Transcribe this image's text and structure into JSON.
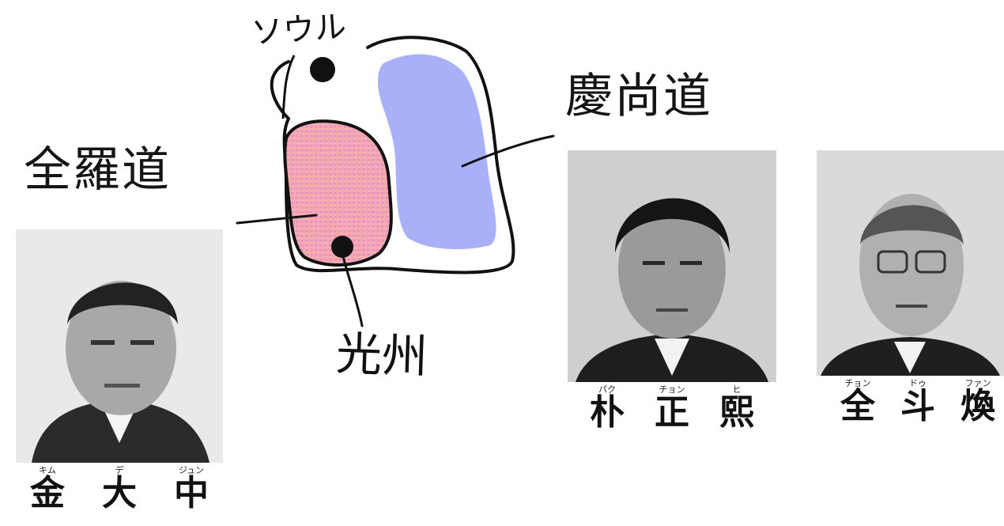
{
  "map": {
    "seoul_label": "ソウル",
    "gyeongsang_label": "慶尚道",
    "jeolla_label": "全羅道",
    "gwangju_label": "光州",
    "colors": {
      "jeolla_fill": "#f2a3b8",
      "gyeongsang_fill": "#aab0f7",
      "outline": "#111111"
    }
  },
  "people": [
    {
      "id": "kim-dae-jung",
      "name_chars": [
        "金",
        "大",
        "中"
      ],
      "ruby": [
        "キム",
        "デ",
        "ジュン"
      ]
    },
    {
      "id": "park-chung-hee",
      "name_chars": [
        "朴",
        "正",
        "熙"
      ],
      "ruby": [
        "パク",
        "チョン",
        "ヒ"
      ]
    },
    {
      "id": "chun-doo-hwan",
      "name_chars": [
        "全",
        "斗",
        "煥"
      ],
      "ruby": [
        "チョン",
        "ドゥ",
        "ファン"
      ]
    }
  ]
}
